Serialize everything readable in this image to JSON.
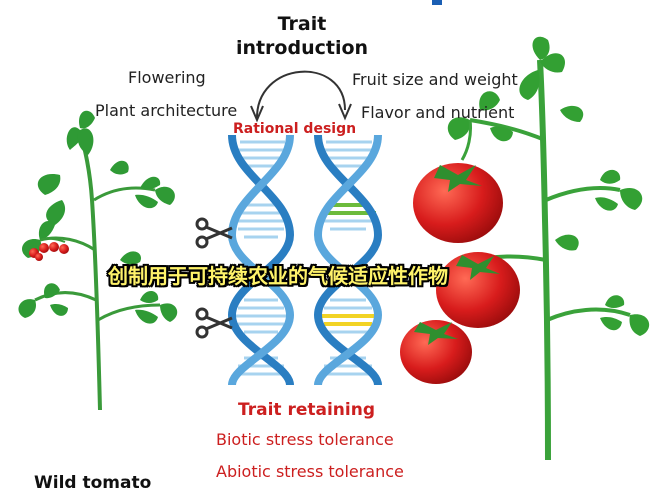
{
  "header": {
    "title_line1": "Trait",
    "title_line2": "introduction"
  },
  "left_traits": [
    "Flowering",
    "Plant architecture"
  ],
  "right_traits": [
    "Fruit size and weight",
    "Flavor and nutrient"
  ],
  "rational_design": "Rational design",
  "caption": "创制用于可持续农业的气候适应性作物",
  "trait_retaining": {
    "title": "Trait retaining",
    "items": [
      "Biotic stress tolerance",
      "Abiotic stress tolerance"
    ]
  },
  "wild_tomato_label": "Wild tomato",
  "colors": {
    "dna_blue": "#2a7ec2",
    "dna_light": "#a7d3ef",
    "edit_green": "#6cbb3c",
    "edit_yellow": "#f2d324",
    "tomato_red": "#d91e1e",
    "leaf_green": "#2f9a35",
    "label_red": "#cc1f1f"
  },
  "icons": [
    "scissors-icon",
    "scissors-icon",
    "curved-arrow-icon"
  ]
}
